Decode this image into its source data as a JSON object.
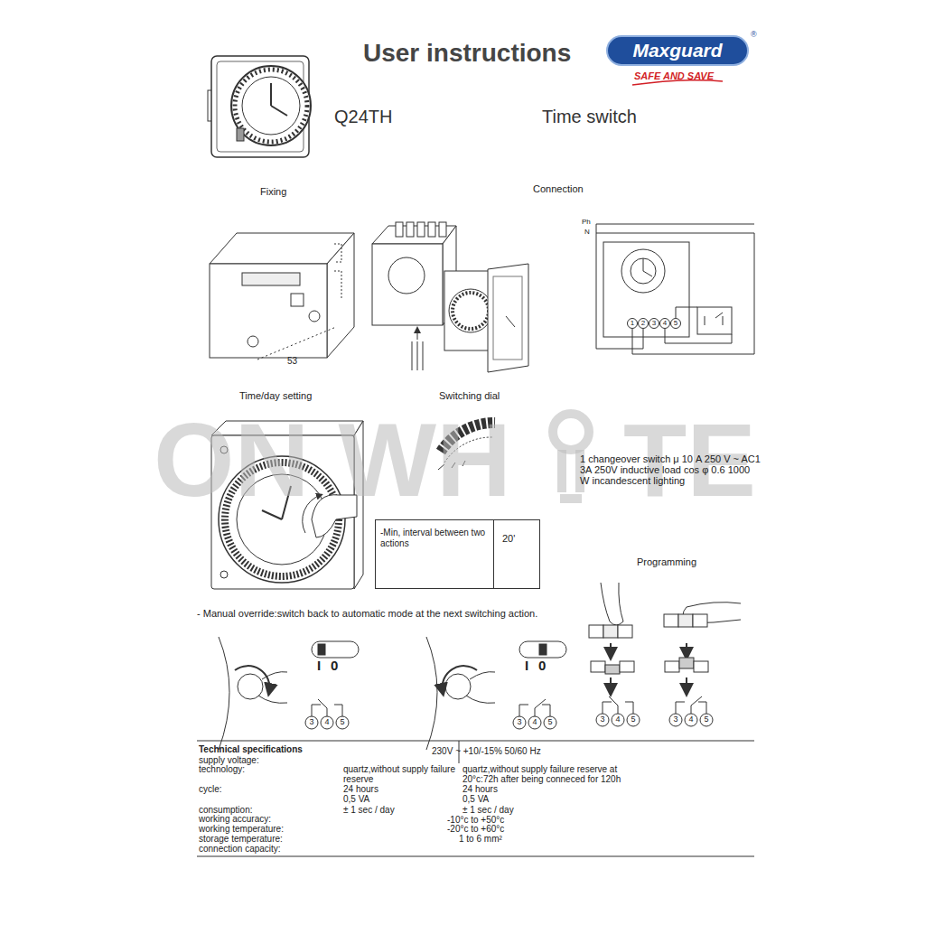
{
  "diagram": {
    "title": "User instructions",
    "nodes": [
      {
        "text": [
          "-Min, interval between two actions",
          "20'"
        ]
      }
    ],
    "labels": [
      "Maxguard",
      "®",
      "SAFE AND SAVE",
      "Q24TH",
      "Time switch",
      "Fixing",
      "Connection",
      "Ph",
      "N",
      "53",
      "1",
      "2",
      "3",
      "4",
      "5",
      "Time/day setting",
      "Switching dial",
      "1 changeover switch μ 10 A 250 V ~ AC1 3A 250V inductive load cos φ 0.6 1000 W incandescent lighting",
      "ON WH",
      "TE",
      "Programming",
      "- Manual override:switch back to automatic mode at the next switching action.",
      "I",
      "0",
      "3",
      "4",
      "5",
      "I",
      "0",
      "3",
      "4",
      "5",
      "3",
      "4",
      "5",
      "3",
      "4",
      "5",
      "Technical specifications",
      "supply voltage:",
      "technology:",
      "cycle:",
      "consumption:",
      "working accuracy:",
      "working temperature:",
      "storage temperature:",
      "connection capacity:",
      "230V ~ +10/-15% 50/60 Hz",
      "quartz,without supply failure reserve",
      "24 hours",
      "0,5 VA",
      "± 1 sec / day",
      "quartz,without supply failure reserve at 20°c:72h after being conneced for 120h",
      "24 hours",
      "0,5 VA",
      "± 1 sec / day",
      "-10°c to +50°c",
      "-20°c to +60°c",
      "1 to 6 mm²"
    ]
  }
}
